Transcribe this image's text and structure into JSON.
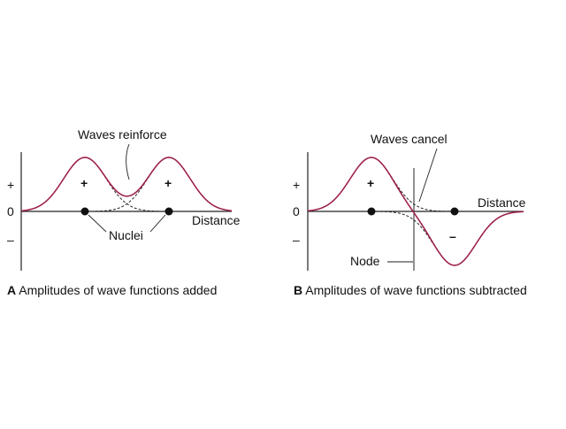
{
  "panel_a": {
    "caption_letter": "A",
    "caption_text": " Amplitudes of wave functions added",
    "label_reinforce": "Waves reinforce",
    "label_nuclei": "Nuclei",
    "label_distance": "Distance",
    "axis_plus": "+",
    "axis_zero": "0",
    "axis_minus": "–",
    "sign_left": "+",
    "sign_right": "+"
  },
  "panel_b": {
    "caption_letter": "B",
    "caption_text": " Amplitudes of wave functions subtracted",
    "label_cancel": "Waves cancel",
    "label_node": "Node",
    "label_distance": "Distance",
    "axis_plus": "+",
    "axis_zero": "0",
    "axis_minus": "–",
    "sign_plus": "+",
    "sign_minus": "–"
  },
  "colors": {
    "combined_curve": "#c8285a",
    "component_curve": "#222222",
    "axis": "#222222"
  }
}
